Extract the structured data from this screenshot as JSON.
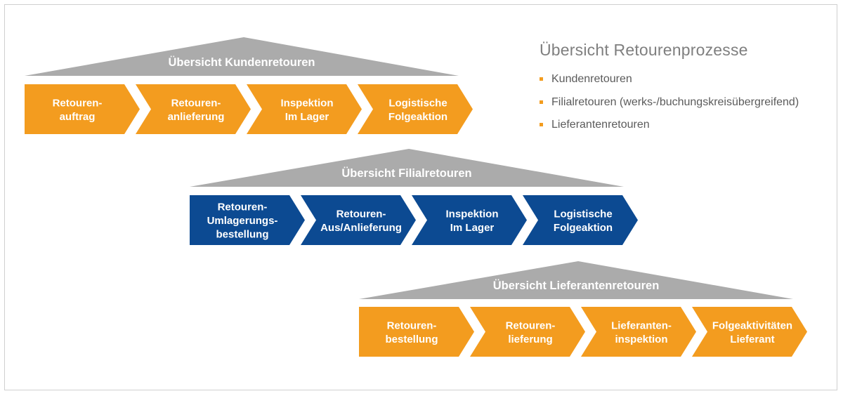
{
  "colors": {
    "orange": "#F39C1F",
    "blue": "#0C4A92",
    "roof_gray": "#ABABAB",
    "legend_bullet": "#F39C1F"
  },
  "legend": {
    "title": "Übersicht Retourenprozesse",
    "items": [
      "Kundenretouren",
      "Filialretouren (werks-/buchungskreisübergreifend)",
      "Lieferantenretouren"
    ]
  },
  "processes": [
    {
      "title": "Übersicht Kundenretouren",
      "color": "orange",
      "steps": [
        [
          "Retouren-",
          "auftrag"
        ],
        [
          "Retouren-",
          "anlieferung"
        ],
        [
          "Inspektion",
          "Im Lager"
        ],
        [
          "Logistische",
          "Folgeaktion"
        ]
      ]
    },
    {
      "title": "Übersicht Filialretouren",
      "color": "blue",
      "steps": [
        [
          "Retouren-",
          "Umlagerungs-",
          "bestellung"
        ],
        [
          "Retouren-",
          "Aus/Anlieferung"
        ],
        [
          "Inspektion",
          "Im Lager"
        ],
        [
          "Logistische",
          "Folgeaktion"
        ]
      ]
    },
    {
      "title": "Übersicht Lieferantenretouren",
      "color": "orange",
      "steps": [
        [
          "Retouren-",
          "bestellung"
        ],
        [
          "Retouren-",
          "lieferung"
        ],
        [
          "Lieferanten-",
          "inspektion"
        ],
        [
          "Folgeaktivitäten",
          "Lieferant"
        ]
      ]
    }
  ]
}
